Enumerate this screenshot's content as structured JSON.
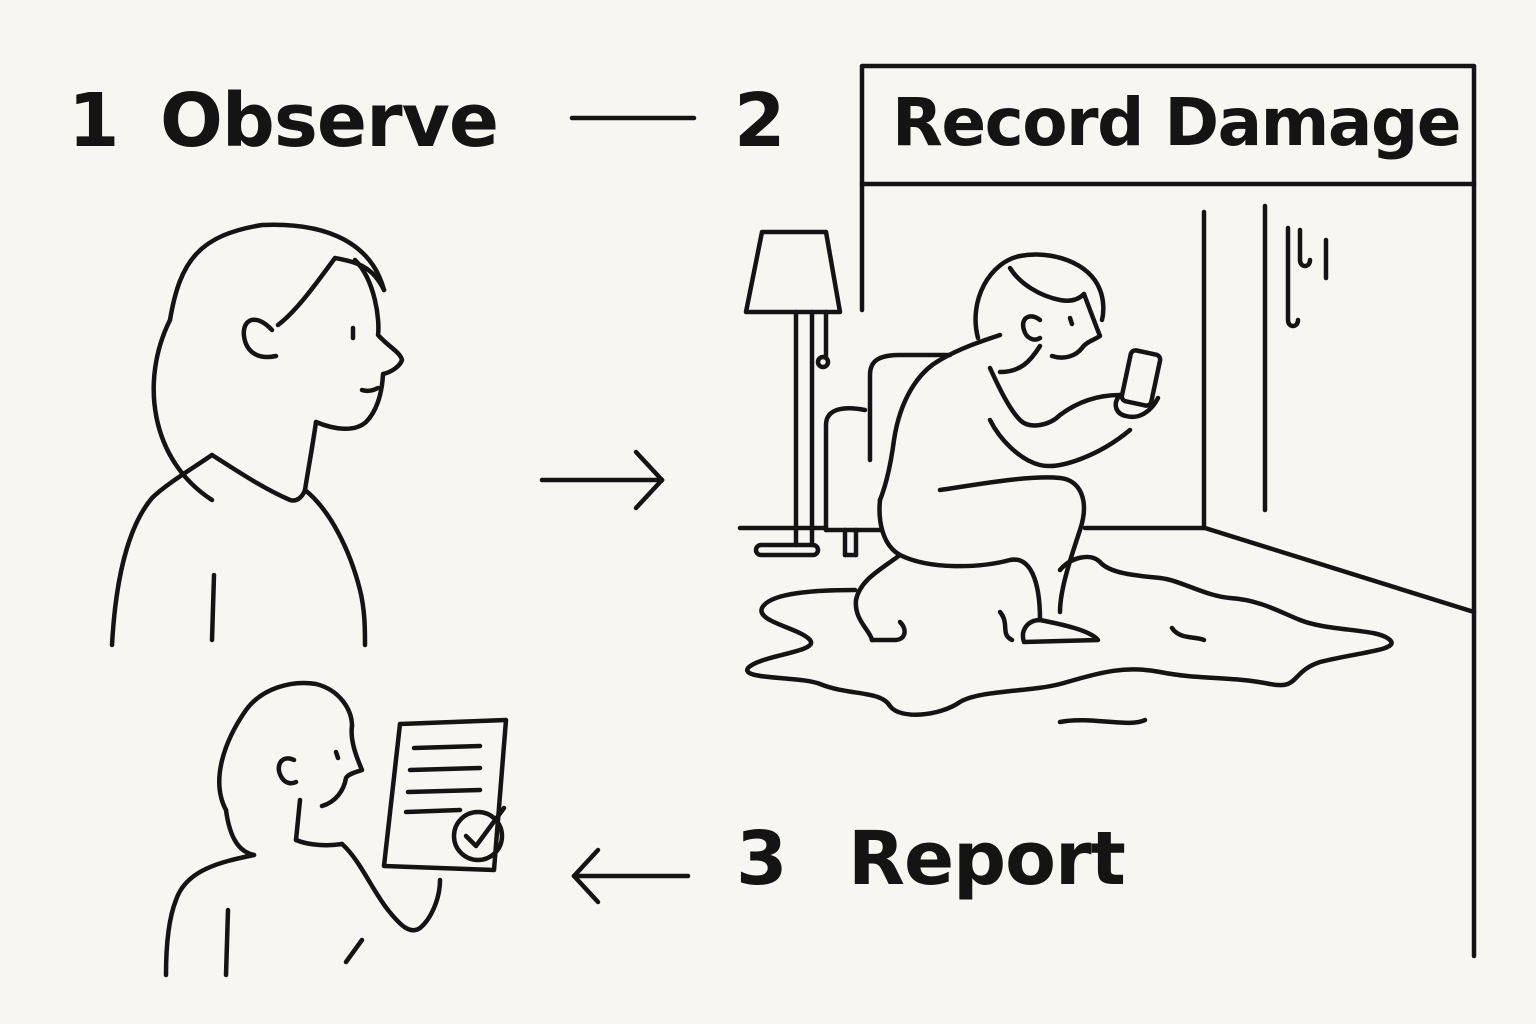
{
  "steps": [
    {
      "number": "1",
      "title": "Observe"
    },
    {
      "number": "2",
      "title": "Record Damage"
    },
    {
      "number": "3",
      "title": "Report"
    }
  ],
  "colors": {
    "background": "#f8f6f1",
    "ink": "#141414"
  },
  "icons": [
    "woman-profile-icon",
    "woman-crouching-with-phone-icon",
    "floor-lamp-icon",
    "armchair-icon",
    "water-puddle-icon",
    "wall-leak-drips-icon",
    "woman-holding-checked-report-icon",
    "checkmark-badge-icon",
    "arrow-right-icon",
    "arrow-left-icon",
    "connector-line-icon"
  ]
}
